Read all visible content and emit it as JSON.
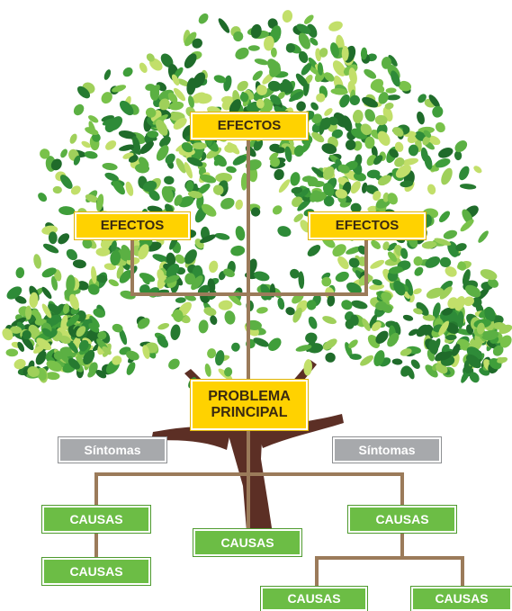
{
  "diagram": {
    "effects": {
      "top": "EFECTOS",
      "left": "EFECTOS",
      "right": "EFECTOS"
    },
    "problem": {
      "line1": "PROBLEMA",
      "line2": "PRINCIPAL"
    },
    "symptoms": {
      "left": "Síntomas",
      "right": "Síntomas"
    },
    "causes": {
      "left_upper": "CAUSAS",
      "left_lower": "CAUSAS",
      "center": "CAUSAS",
      "right_upper": "CAUSAS",
      "right_lower_left": "CAUSAS",
      "right_lower_right": "CAUSAS"
    }
  },
  "colors": {
    "effect_fill": "#ffd200",
    "cause_fill": "#6cbd45",
    "symptom_fill": "#a7a9ac",
    "connector": "#9b7b5a",
    "trunk": "#5c2f25"
  }
}
